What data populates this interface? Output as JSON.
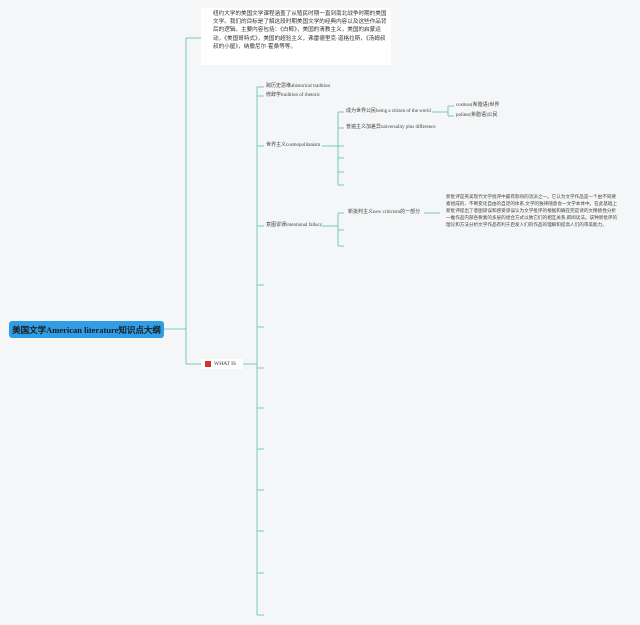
{
  "root": {
    "label": "美国文学American literature知识点大纲"
  },
  "note": {
    "text": "纽约大学的美国文学课程涵盖了从殖民时期一直到南北战争时期的美国文学。我们的目标是了解这段时期美国文学的经典内容以及这些作品背后的逻辑。主要内容包括：《白鲸》，美国的清教主义，美国的启蒙运动，《美国哥特式》，美国的超验主义，弗雷德里克·道格拉斯，《汤姆叔叔的小屋》，纳撒尼尔·霍桑等等。"
  },
  "whatis": {
    "label": "WHAT IS"
  },
  "branches": [
    {
      "label": "跨历史思维ahistorical tradition"
    },
    {
      "label": "修辞学tradition of rhetoric"
    },
    {
      "label": "世界主义cosmopolitanism"
    },
    {
      "label": "意图谬误intentional fallacy"
    }
  ],
  "cosmo": {
    "children": [
      {
        "label": "成为世界公民being a citizen of the world"
      },
      {
        "label": "普遍主义加差异universality plus difference"
      }
    ],
    "subchildren": [
      {
        "label": "cosmos(希腊语)世界"
      },
      {
        "label": "polites(希腊语)公民"
      }
    ]
  },
  "intent": {
    "child": {
      "label": "新批判主义new criticism的一部分"
    },
    "description": "新批评是英美现代文学批评中最有影响的流派之一。它认为文学作品是一个由不同要素组成的、不断变化自由的自足的体系,文学的独律随意会一文学本体中。在此基础上新批评提出了意图谬误和感受谬误认为文学批评的根据和确在完是诗的文精挑性分析一推作品内部各要素的多层的组合方式以致它们的相互关系,即阅读法。该种新批评的理论和方法分析文学作品有利于启发人们的作品的理解和提高人们的审美能力。"
  },
  "colors": {
    "line": "#57c2b0",
    "root_bg": "#2f9ee6",
    "flag": "#d9342b",
    "star": "#d9342b",
    "background": "#f5f6f7"
  }
}
